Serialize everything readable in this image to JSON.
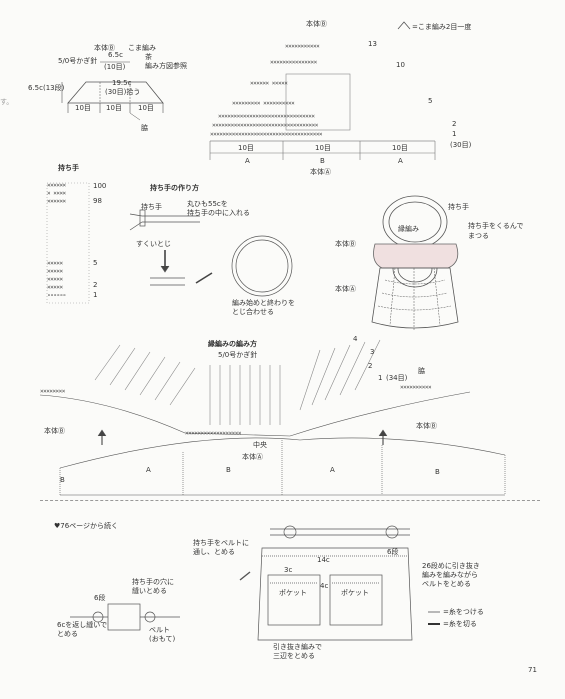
{
  "top_right_legend": "=こま編み2目一度",
  "body_b_chart": {
    "title": "本体Ⓑ",
    "row_labels": [
      "13",
      "10",
      "5",
      "2",
      "1"
    ],
    "bottom_counts": [
      "10目",
      "10目",
      "10目"
    ],
    "bottom_total": "(30目)",
    "sections": [
      "A",
      "B",
      "A"
    ]
  },
  "body_a_label": "本体Ⓐ",
  "small_diagram": {
    "title": "本体Ⓑ",
    "stitch": "こま編み",
    "color": "茶",
    "ref": "編み方図参照",
    "hook": "5/0号かぎ針",
    "dim_top": "6.5c",
    "dim_top_count": "(10目)",
    "dim_side": "6.5c(13段)",
    "dim_base": "19.5c",
    "dim_base_count": "(30目)拾う",
    "base_counts": [
      "10目",
      "10目",
      "10目"
    ],
    "side_note": "脇"
  },
  "margin_char": "す。",
  "handle_chart": {
    "title": "持ち手",
    "row_labels": [
      "100",
      "98",
      "5",
      "2",
      "1"
    ]
  },
  "handle_method": {
    "title": "持ち手の作り方",
    "handle_label": "持ち手",
    "core_note_1": "丸ひも55cを",
    "core_note_2": "持ち手の中に入れる",
    "stitch_note": "すくいとじ",
    "join_note_1": "編み始めと終わりを",
    "join_note_2": "とじ合わせる"
  },
  "bag_diagram": {
    "edge_label": "縁編み",
    "handle_label": "持ち手",
    "wrap_note_1": "持ち手をくるんで",
    "wrap_note_2": "まつる",
    "body_b": "本体Ⓑ",
    "body_a": "本体Ⓐ"
  },
  "edging_chart": {
    "title": "縁編みの編み方",
    "hook": "5/0号かぎ針",
    "row_labels": [
      "4",
      "3",
      "2",
      "1"
    ],
    "count": "(34目)",
    "side": "脇",
    "center": "中央",
    "body_b_left": "本体Ⓑ",
    "body_b_right": "本体Ⓑ",
    "body_a": "本体Ⓐ",
    "sections": [
      "B",
      "A",
      "B",
      "A",
      "B"
    ]
  },
  "continued": "♥76ページから続く",
  "belt_detail": {
    "rows": "6段",
    "handle_hole_note_1": "持ち手の穴に",
    "handle_hole_note_2": "縫いとめる",
    "return_note_1": "6cを返し縫いで",
    "return_note_2": "とめる",
    "belt_label": "ベルト",
    "belt_side": "(おもて)"
  },
  "pocket_diagram": {
    "pass_note_1": "持ち手をベルトに",
    "pass_note_2": "通し、とめる",
    "width": "14c",
    "rows": "6段",
    "pocket_h": "3c",
    "pocket_w": "4c",
    "pocket_label_1": "ポケット",
    "pocket_label_2": "ポケット",
    "slip_note_1": "26段めに引き抜き",
    "slip_note_2": "編みを編みながら",
    "slip_note_3": "ベルトをとめる",
    "sew_note_1": "引き抜き編みで",
    "sew_note_2": "三辺をとめる"
  },
  "legend": {
    "attach": "=糸をつける",
    "cut": "=糸を切る"
  },
  "page_number": "71"
}
